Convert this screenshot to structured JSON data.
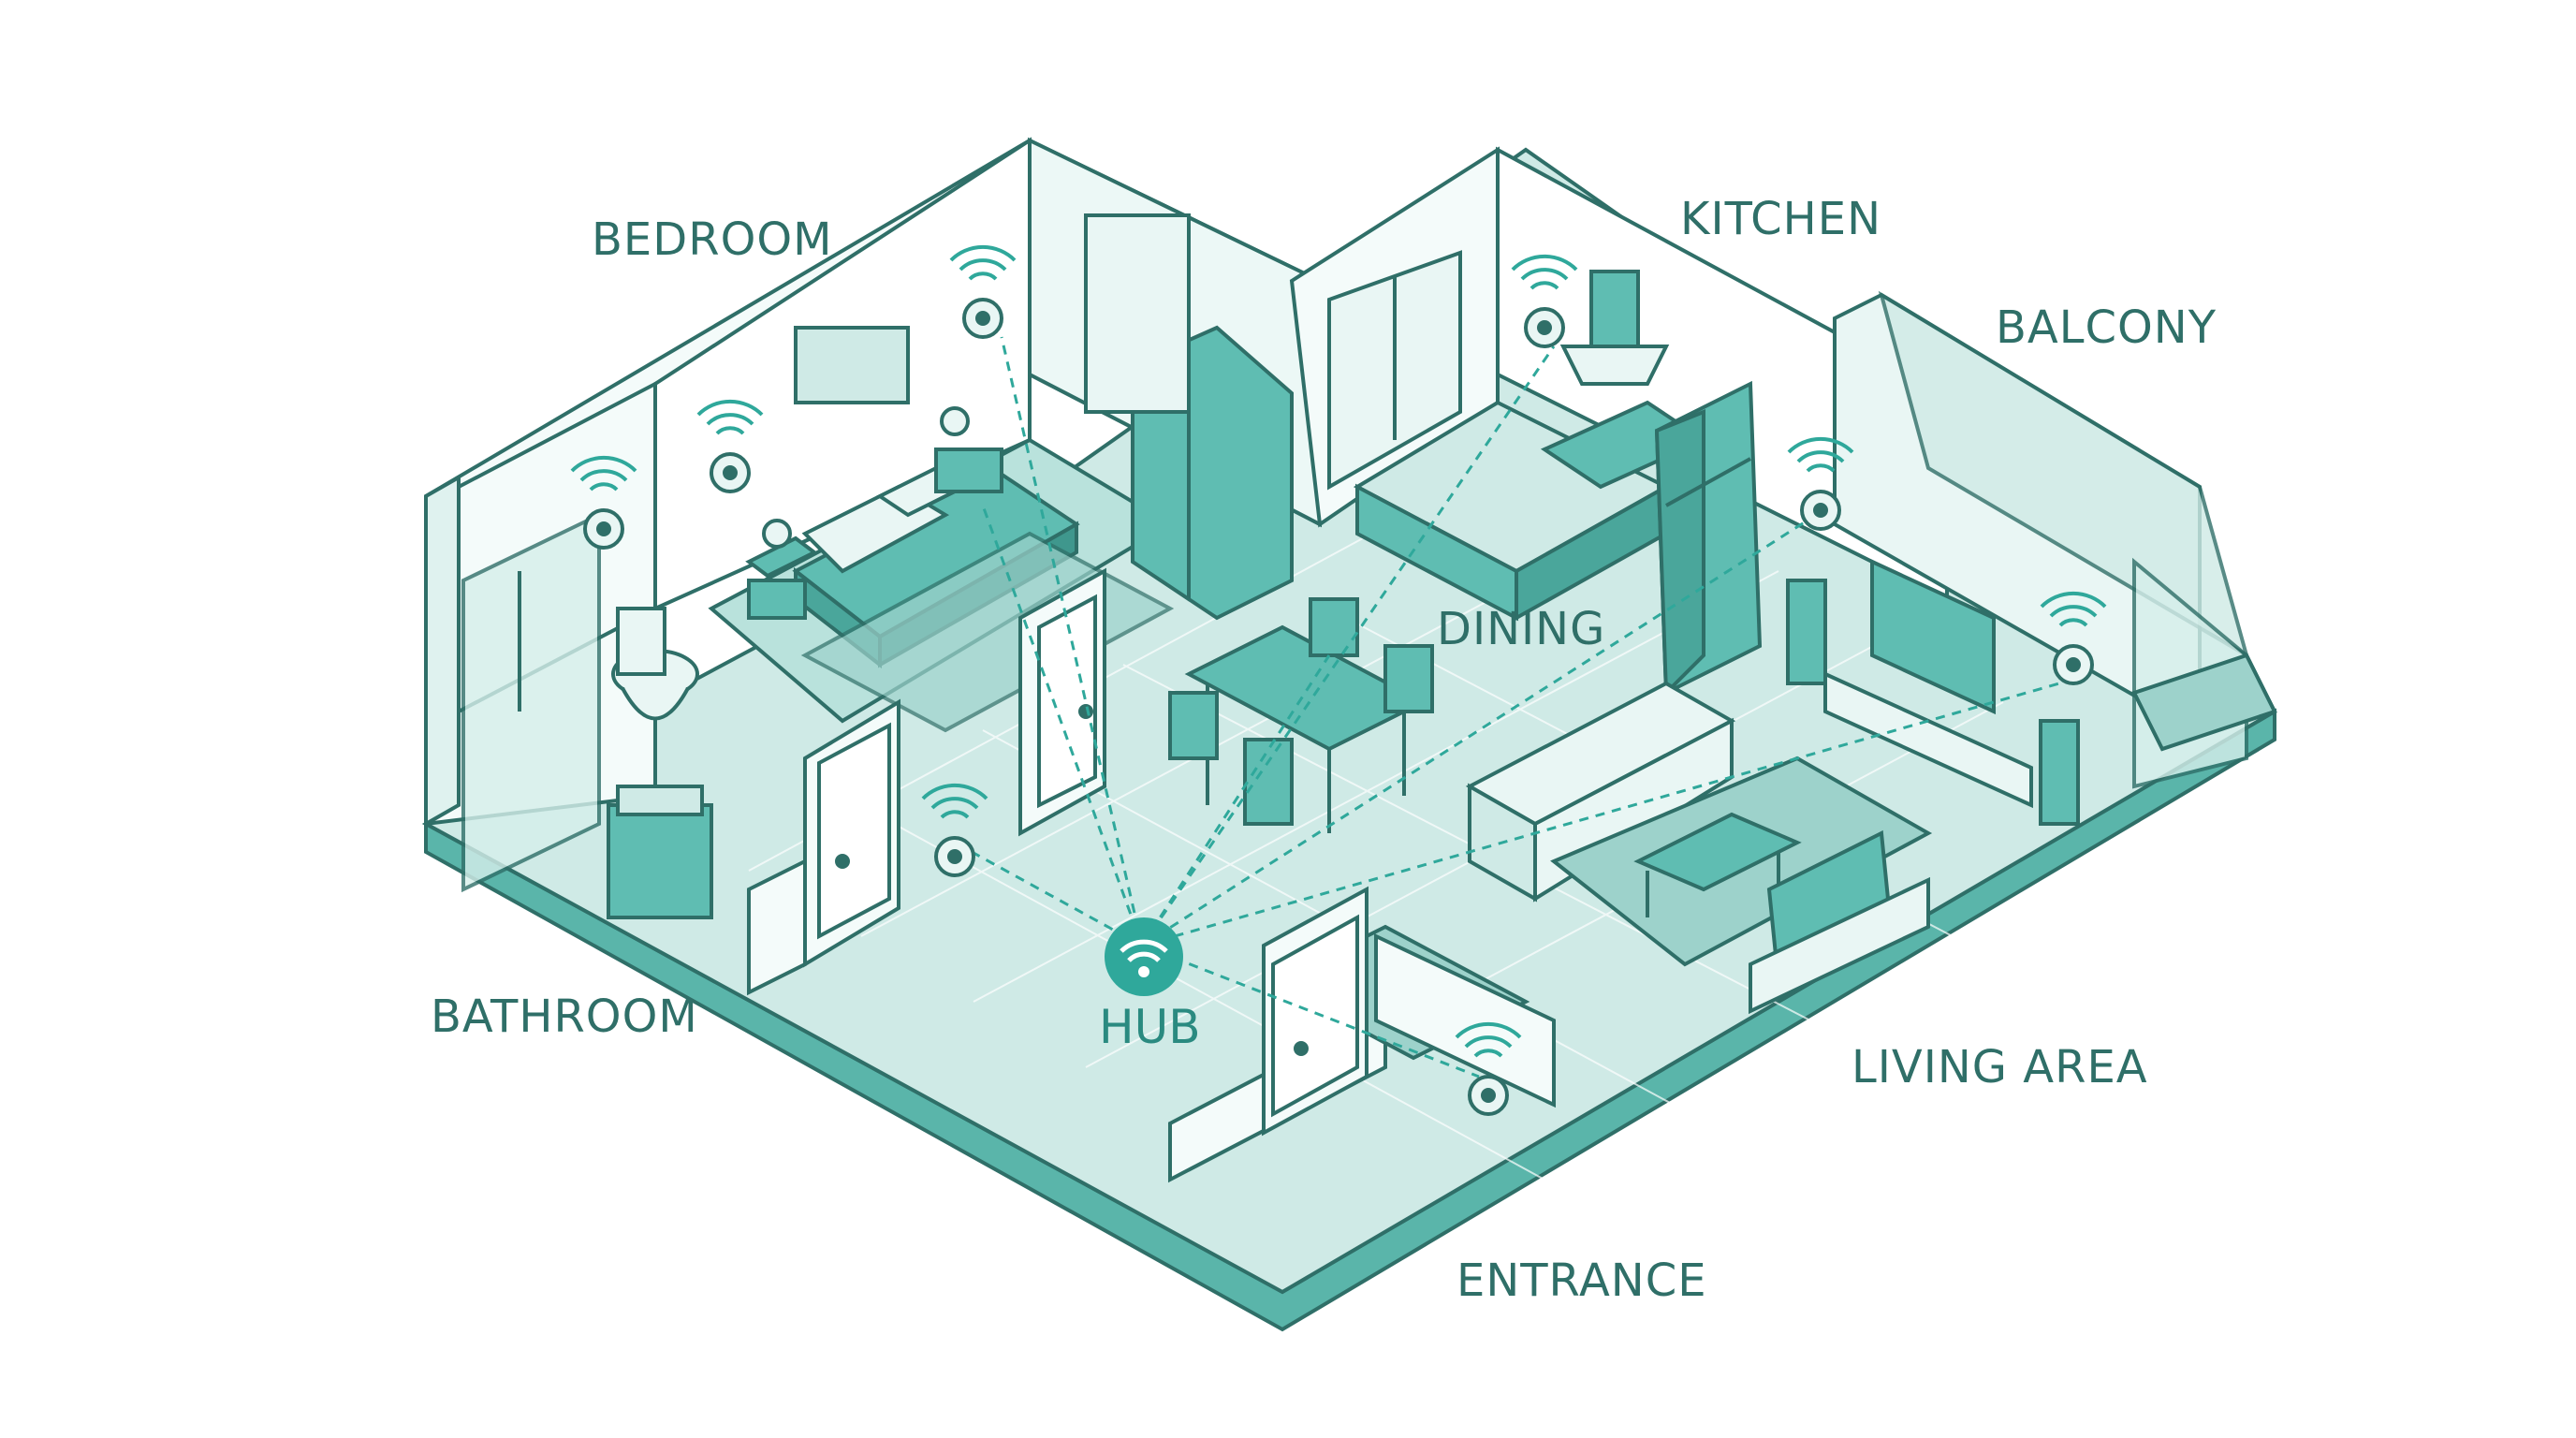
{
  "colors": {
    "outline": "#2f6f68",
    "floor": "#cfeae6",
    "floor_dark": "#9dd2cb",
    "wall_face": "#f4fbfa",
    "furniture": "#5fbdb2",
    "base_band": "#5ab5aa",
    "hub": "#2fa89b",
    "text": "#2f6f68"
  },
  "labels": {
    "bedroom": "BEDROOM",
    "kitchen": "KITCHEN",
    "balcony": "BALCONY",
    "dining": "DINING",
    "bathroom": "BATHROOM",
    "hub": "HUB",
    "living": "LIVING AREA",
    "entrance": "ENTRANCE"
  },
  "icons": {
    "hub": "wifi-icon",
    "sensor": "wireless-sensor-icon"
  }
}
